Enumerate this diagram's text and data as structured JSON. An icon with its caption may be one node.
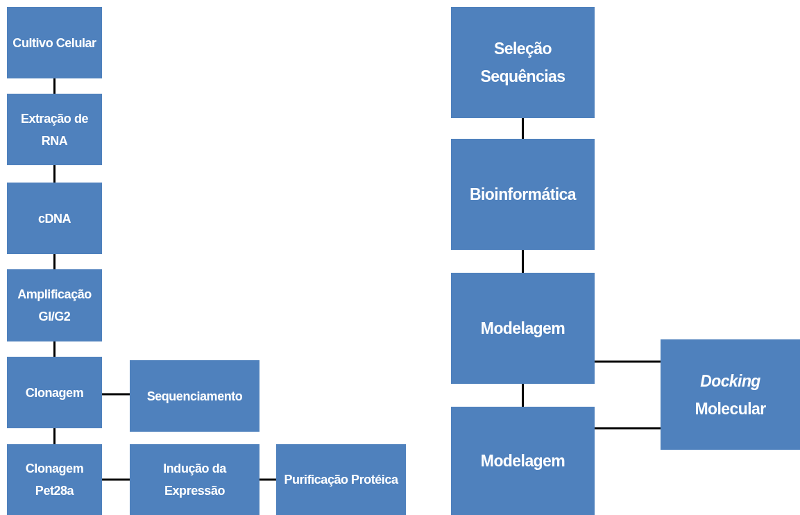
{
  "diagram": {
    "nodes": [
      {
        "text": [
          "Cultivo Celular"
        ]
      },
      {
        "text": [
          "Extração de RNA"
        ]
      },
      {
        "text": [
          "cDNA"
        ]
      },
      {
        "text": [
          "Amplificação GI/G2"
        ]
      },
      {
        "text": [
          "Clonagem"
        ]
      },
      {
        "text": [
          "Sequenciamento"
        ]
      },
      {
        "text": [
          "Clonagem Pet28a"
        ]
      },
      {
        "text": [
          "Indução da Expressão"
        ]
      },
      {
        "text": [
          "Purificação Protéica"
        ]
      },
      {
        "text": [
          "Seleção Sequências"
        ]
      },
      {
        "text": [
          "Bioinformática"
        ]
      },
      {
        "text": [
          "Modelagem"
        ]
      },
      {
        "text": [
          "Modelagem"
        ]
      },
      {
        "text": [
          "*Docking* Molecular"
        ]
      }
    ],
    "edges": [
      {
        "from": 0,
        "to": 1,
        "arrow": "none"
      },
      {
        "from": 1,
        "to": 2,
        "arrow": "none"
      },
      {
        "from": 2,
        "to": 3,
        "arrow": "none"
      },
      {
        "from": 3,
        "to": 4,
        "arrow": "none"
      },
      {
        "from": 4,
        "to": 5,
        "arrow": "none"
      },
      {
        "from": 4,
        "to": 6,
        "arrow": "none"
      },
      {
        "from": 6,
        "to": 7,
        "arrow": "none"
      },
      {
        "from": 7,
        "to": 8,
        "arrow": "none"
      },
      {
        "from": 9,
        "to": 10,
        "arrow": "none"
      },
      {
        "from": 10,
        "to": 11,
        "arrow": "none"
      },
      {
        "from": 11,
        "to": 12,
        "arrow": "none"
      },
      {
        "from": 11,
        "to": 13,
        "arrow": "none"
      },
      {
        "from": 12,
        "to": 13,
        "arrow": "none"
      }
    ]
  }
}
